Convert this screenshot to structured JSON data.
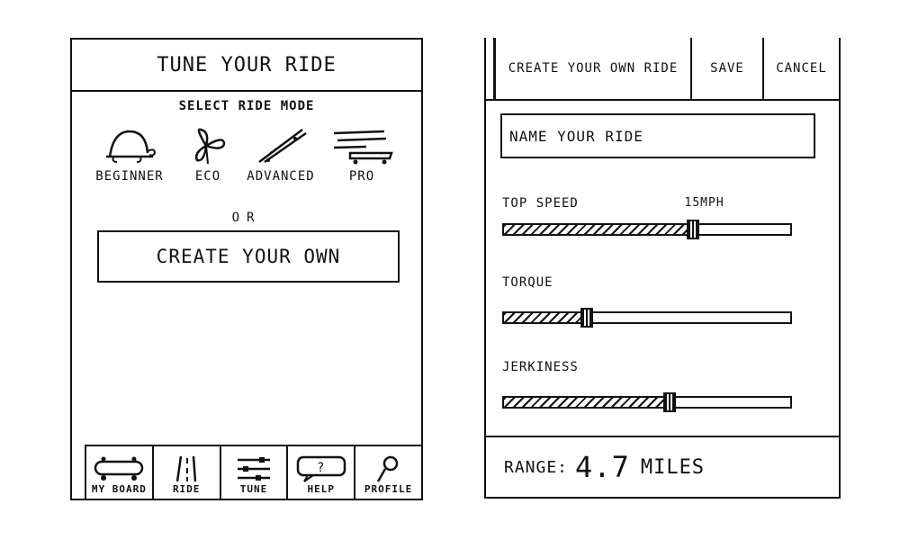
{
  "left_screen": {
    "title": "TUNE YOUR RIDE",
    "modes_heading": "SELECT RIDE MODE",
    "modes": [
      {
        "label": "BEGINNER",
        "icon": "turtle-icon"
      },
      {
        "label": "ECO",
        "icon": "leaf-icon"
      },
      {
        "label": "ADVANCED",
        "icon": "skateboard-icon"
      },
      {
        "label": "PRO",
        "icon": "speed-board-icon"
      }
    ],
    "or_text": "OR",
    "create_button": "CREATE YOUR OWN",
    "nav": [
      {
        "label": "MY BOARD",
        "icon": "board-icon"
      },
      {
        "label": "RIDE",
        "icon": "road-icon"
      },
      {
        "label": "TUNE",
        "icon": "sliders-icon"
      },
      {
        "label": "HELP",
        "icon": "help-bubble-icon"
      },
      {
        "label": "PROFILE",
        "icon": "person-icon"
      }
    ]
  },
  "right_screen": {
    "title": "CREATE YOUR OWN RIDE",
    "save_label": "SAVE",
    "cancel_label": "CANCEL",
    "name_placeholder": "NAME YOUR RIDE",
    "sliders": [
      {
        "label": "TOP SPEED",
        "value": 0.66,
        "value_text": "15MPH"
      },
      {
        "label": "TORQUE",
        "value": 0.29
      },
      {
        "label": "JERKINESS",
        "value": 0.58
      }
    ],
    "range_label": "RANGE:",
    "range_value": "4.7",
    "range_unit": "MILES"
  }
}
